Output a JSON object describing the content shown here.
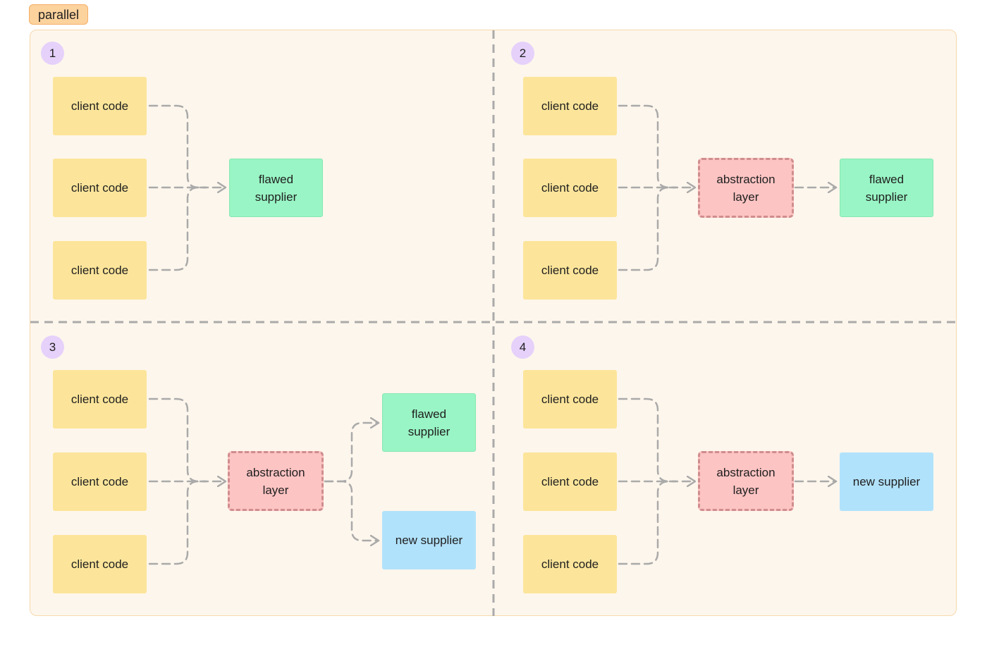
{
  "frame": {
    "label": "parallel"
  },
  "quadrants": [
    {
      "number": "1"
    },
    {
      "number": "2"
    },
    {
      "number": "3"
    },
    {
      "number": "4"
    }
  ],
  "nodes": {
    "client_code": "client code",
    "flawed_supplier": "flawed\nsupplier",
    "abstraction_layer": "abstraction\nlayer",
    "new_supplier": "new supplier"
  },
  "colors": {
    "frame_tag": "#fcd29d",
    "frame_bg": "#fdf6ec",
    "client_code": "#fce59a",
    "flawed_supplier": "#99f5c5",
    "abstraction_layer": "#fcc4c3",
    "new_supplier": "#b1e2fb",
    "badge": "#e6d1fb",
    "connector": "#aaaaaa"
  }
}
